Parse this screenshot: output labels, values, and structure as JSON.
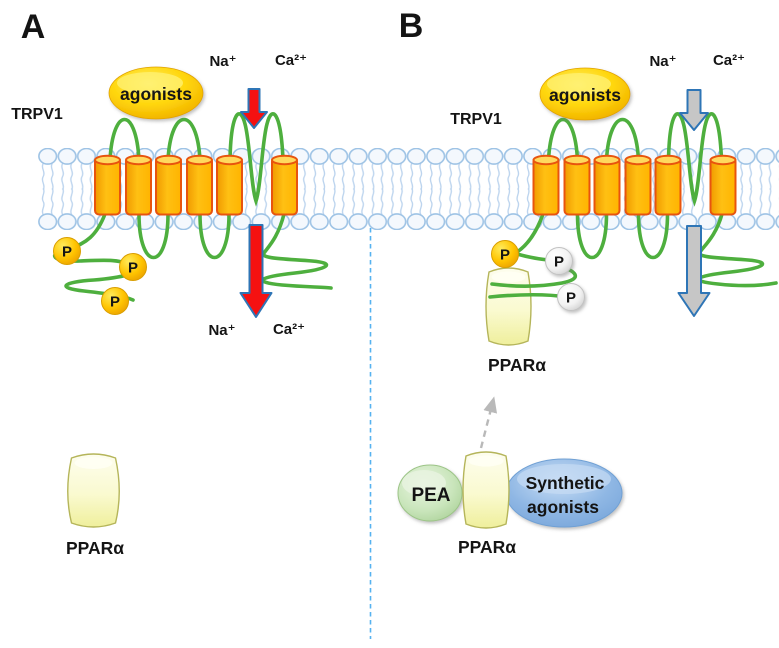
{
  "colors": {
    "membrane_outline": "#9EC3E5",
    "membrane_tail": "#BCD4EE",
    "helix_fill": "#FFC013",
    "helix_stroke": "#E8540E",
    "loop_green": "#4EAF3E",
    "arrow_red": "#F51111",
    "arrow_gray": "#C6C6C6",
    "arrow_outline_blue": "#2E75B6",
    "phospho_gold": "#FFC400",
    "receptor_fill": "#FAFAD0",
    "pea_green": "#C9E5BB",
    "synthetic_blue": "#8FB7E4",
    "divider_blue": "#56B2F0",
    "agonist_yellow": "#FFD60A",
    "translocation_gray": "#B9B9B9"
  },
  "panel_a": {
    "label": "A",
    "channel_name": "TRPV1",
    "agonists_label": "agonists",
    "ion_na_top": "Na⁺",
    "ion_ca_top": "Ca²⁺",
    "ion_na_bottom": "Na⁺",
    "ion_ca_bottom": "Ca²⁺",
    "phospho_label": "P",
    "receptor_name": "PPARα"
  },
  "panel_b": {
    "label": "B",
    "channel_name": "TRPV1",
    "agonists_label": "agonists",
    "ion_na_top": "Na⁺",
    "ion_ca_top": "Ca²⁺",
    "phospho_label": "P",
    "receptor_name_docked": "PPARα",
    "receptor_name_cytosol": "PPARα",
    "pea_label": "PEA",
    "synthetic_label_line1": "Synthetic",
    "synthetic_label_line2": "agonists"
  }
}
